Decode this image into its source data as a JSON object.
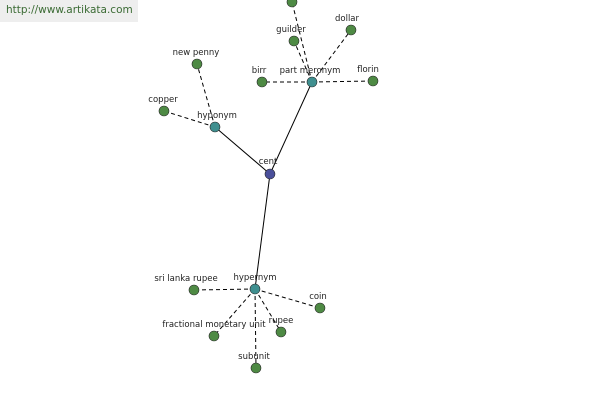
{
  "watermark": {
    "text": "http://www.artikata.com"
  },
  "colors": {
    "leaf": "#4e8a44",
    "relation": "#3f8f8f",
    "center": "#4a4f9a",
    "edge": "#000000"
  },
  "graph": {
    "center": {
      "id": "cent",
      "label": "cent"
    },
    "relations": [
      {
        "id": "hyponym",
        "label": "hyponym"
      },
      {
        "id": "part-meronym",
        "label": "part meronym"
      },
      {
        "id": "hypernym",
        "label": "hypernym"
      }
    ],
    "leaves": [
      {
        "id": "new-penny",
        "label": "new penny",
        "relation": "hyponym"
      },
      {
        "id": "copper",
        "label": "copper",
        "relation": "hyponym"
      },
      {
        "id": "unlabeled-top",
        "label": "",
        "relation": "part-meronym"
      },
      {
        "id": "guilder",
        "label": "guilder",
        "relation": "part-meronym"
      },
      {
        "id": "dollar",
        "label": "dollar",
        "relation": "part-meronym"
      },
      {
        "id": "birr",
        "label": "birr",
        "relation": "part-meronym"
      },
      {
        "id": "florin",
        "label": "florin",
        "relation": "part-meronym"
      },
      {
        "id": "sri-lanka-rupee",
        "label": "sri lanka rupee",
        "relation": "hypernym"
      },
      {
        "id": "coin",
        "label": "coin",
        "relation": "hypernym"
      },
      {
        "id": "fractional-monetary-unit",
        "label": "fractional monetary unit",
        "relation": "hypernym"
      },
      {
        "id": "rupee",
        "label": "rupee",
        "relation": "hypernym"
      },
      {
        "id": "subunit",
        "label": "subunit",
        "relation": "hypernym"
      }
    ]
  }
}
